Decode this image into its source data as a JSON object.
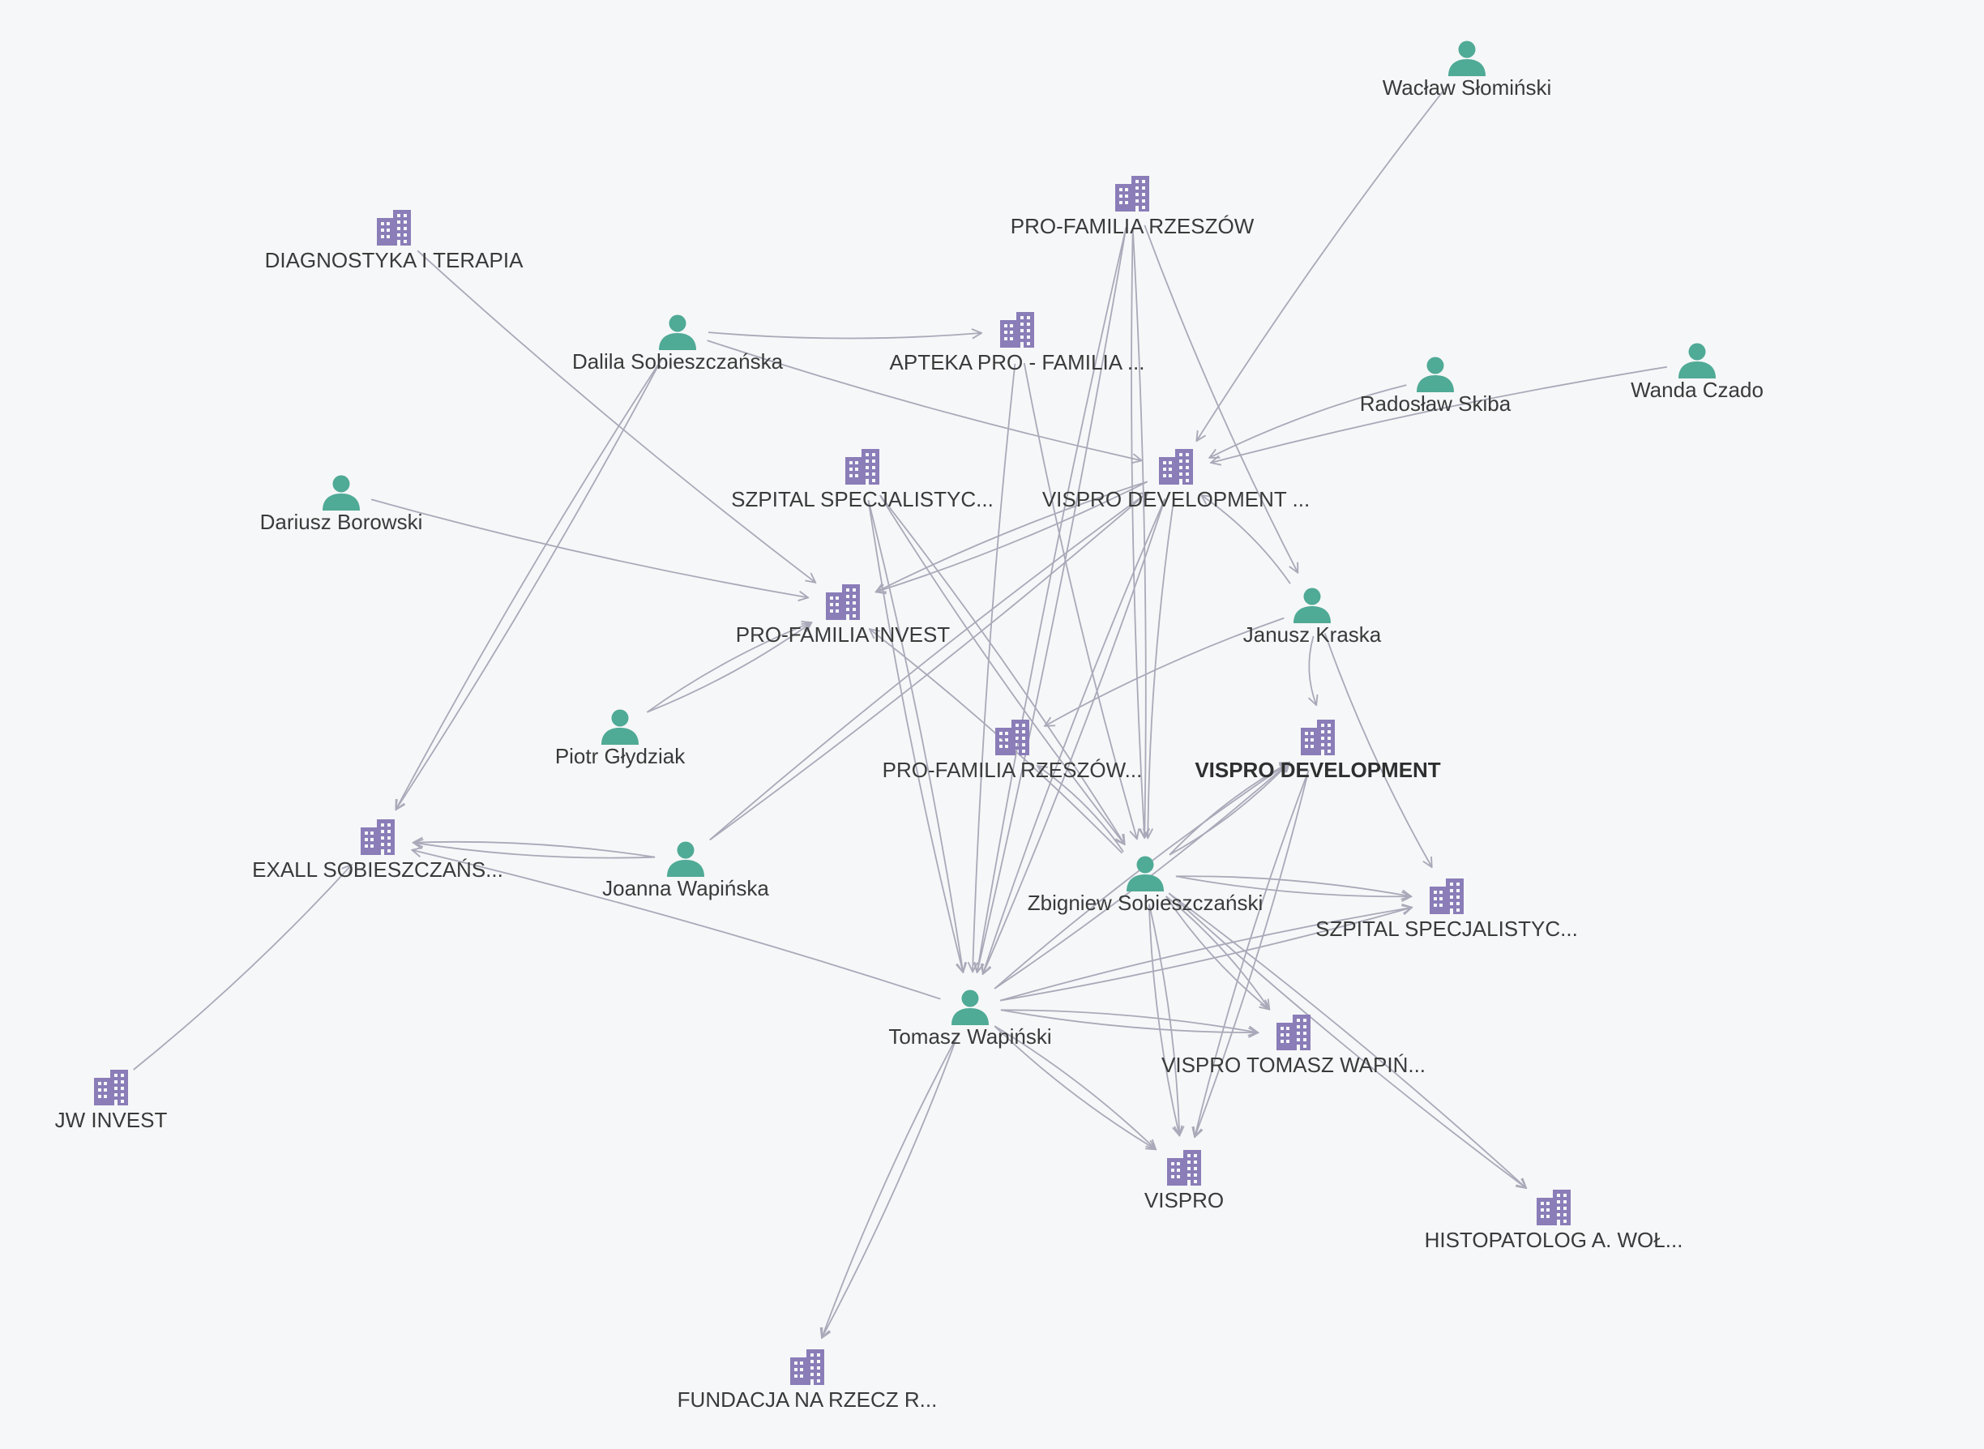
{
  "colors": {
    "background": "#f6f7f8",
    "person": "#4faa96",
    "company": "#8a7db8",
    "edge": "#a9a9b9",
    "label": "#3a3a3a"
  },
  "graph": {
    "nodes": [
      {
        "id": "waclaw",
        "type": "person",
        "label": "Wacław Słomiński"
      },
      {
        "id": "pfrzeszow",
        "type": "company",
        "label": "PRO-FAMILIA RZESZÓW"
      },
      {
        "id": "diagnostyka",
        "type": "company",
        "label": "DIAGNOSTYKA I TERAPIA"
      },
      {
        "id": "dalila",
        "type": "person",
        "label": "Dalila Sobieszczańska"
      },
      {
        "id": "apteka",
        "type": "company",
        "label": "APTEKA PRO - FAMILIA ..."
      },
      {
        "id": "radoslaw",
        "type": "person",
        "label": "Radosław Skiba"
      },
      {
        "id": "wanda",
        "type": "person",
        "label": "Wanda Czado"
      },
      {
        "id": "dariusz",
        "type": "person",
        "label": "Dariusz Borowski"
      },
      {
        "id": "szpital1",
        "type": "company",
        "label": "SZPITAL SPECJALISTYC..."
      },
      {
        "id": "vispro_dev2",
        "type": "company",
        "label": "VISPRO DEVELOPMENT ..."
      },
      {
        "id": "pfinvest",
        "type": "company",
        "label": "PRO-FAMILIA INVEST"
      },
      {
        "id": "janusz",
        "type": "person",
        "label": "Janusz Kraska"
      },
      {
        "id": "piotr",
        "type": "person",
        "label": "Piotr Głydziak"
      },
      {
        "id": "pfrzeszow2",
        "type": "company",
        "label": "PRO-FAMILIA RZESZÓW..."
      },
      {
        "id": "vispro_dev",
        "type": "company",
        "label": "VISPRO DEVELOPMENT",
        "bold": true
      },
      {
        "id": "exall",
        "type": "company",
        "label": "EXALL SOBIESZCZAŃS..."
      },
      {
        "id": "joanna",
        "type": "person",
        "label": "Joanna Wapińska"
      },
      {
        "id": "zbigniew",
        "type": "person",
        "label": "Zbigniew Sobieszczański"
      },
      {
        "id": "szpital2",
        "type": "company",
        "label": "SZPITAL SPECJALISTYC..."
      },
      {
        "id": "jwinvest",
        "type": "company",
        "label": "JW INVEST"
      },
      {
        "id": "tomasz",
        "type": "person",
        "label": "Tomasz Wapiński"
      },
      {
        "id": "vispro_tw",
        "type": "company",
        "label": "VISPRO TOMASZ WAPIŃ..."
      },
      {
        "id": "vispro",
        "type": "company",
        "label": "VISPRO"
      },
      {
        "id": "histopatolog",
        "type": "company",
        "label": "HISTOPATOLOG A. WOŁ..."
      },
      {
        "id": "fundacja",
        "type": "company",
        "label": "FUNDACJA NA RZECZ R..."
      }
    ],
    "edges": [
      [
        "waclaw",
        "vispro_dev2"
      ],
      [
        "radoslaw",
        "vispro_dev2"
      ],
      [
        "wanda",
        "vispro_dev2"
      ],
      [
        "dalila",
        "vispro_dev2"
      ],
      [
        "dalila",
        "apteka"
      ],
      [
        "dalila",
        "exall"
      ],
      [
        "dalila",
        "exall"
      ],
      [
        "diagnostyka",
        "pfinvest"
      ],
      [
        "dariusz",
        "pfinvest"
      ],
      [
        "piotr",
        "pfinvest"
      ],
      [
        "piotr",
        "pfinvest"
      ],
      [
        "joanna",
        "exall"
      ],
      [
        "joanna",
        "exall"
      ],
      [
        "joanna",
        "vispro_dev2"
      ],
      [
        "joanna",
        "vispro_dev2"
      ],
      [
        "jwinvest",
        "exall"
      ],
      [
        "tomasz",
        "exall"
      ],
      [
        "janusz",
        "pfrzeszow2"
      ],
      [
        "janusz",
        "vispro_dev2"
      ],
      [
        "janusz",
        "vispro_dev"
      ],
      [
        "janusz",
        "szpital2"
      ],
      [
        "pfrzeszow",
        "janusz"
      ],
      [
        "pfrzeszow",
        "tomasz"
      ],
      [
        "pfrzeszow",
        "tomasz"
      ],
      [
        "pfrzeszow",
        "zbigniew"
      ],
      [
        "pfrzeszow",
        "zbigniew"
      ],
      [
        "apteka",
        "tomasz"
      ],
      [
        "apteka",
        "zbigniew"
      ],
      [
        "szpital1",
        "tomasz"
      ],
      [
        "szpital1",
        "tomasz"
      ],
      [
        "szpital1",
        "zbigniew"
      ],
      [
        "szpital1",
        "zbigniew"
      ],
      [
        "vispro_dev2",
        "tomasz"
      ],
      [
        "vispro_dev2",
        "tomasz"
      ],
      [
        "vispro_dev2",
        "zbigniew"
      ],
      [
        "vispro_dev2",
        "pfinvest"
      ],
      [
        "vispro_dev2",
        "pfinvest"
      ],
      [
        "zbigniew",
        "pfrzeszow2"
      ],
      [
        "zbigniew",
        "pfinvest"
      ],
      [
        "zbigniew",
        "vispro_dev"
      ],
      [
        "zbigniew",
        "vispro_dev"
      ],
      [
        "zbigniew",
        "szpital2"
      ],
      [
        "zbigniew",
        "szpital2"
      ],
      [
        "zbigniew",
        "vispro_tw"
      ],
      [
        "zbigniew",
        "vispro_tw"
      ],
      [
        "zbigniew",
        "vispro"
      ],
      [
        "zbigniew",
        "vispro"
      ],
      [
        "zbigniew",
        "histopatolog"
      ],
      [
        "zbigniew",
        "histopatolog"
      ],
      [
        "tomasz",
        "vispro_dev"
      ],
      [
        "tomasz",
        "vispro_dev"
      ],
      [
        "tomasz",
        "szpital2"
      ],
      [
        "tomasz",
        "szpital2"
      ],
      [
        "tomasz",
        "vispro_tw"
      ],
      [
        "tomasz",
        "vispro_tw"
      ],
      [
        "tomasz",
        "vispro"
      ],
      [
        "tomasz",
        "vispro"
      ],
      [
        "tomasz",
        "fundacja"
      ],
      [
        "tomasz",
        "fundacja"
      ],
      [
        "vispro_dev",
        "vispro"
      ],
      [
        "vispro_dev",
        "vispro"
      ]
    ]
  }
}
